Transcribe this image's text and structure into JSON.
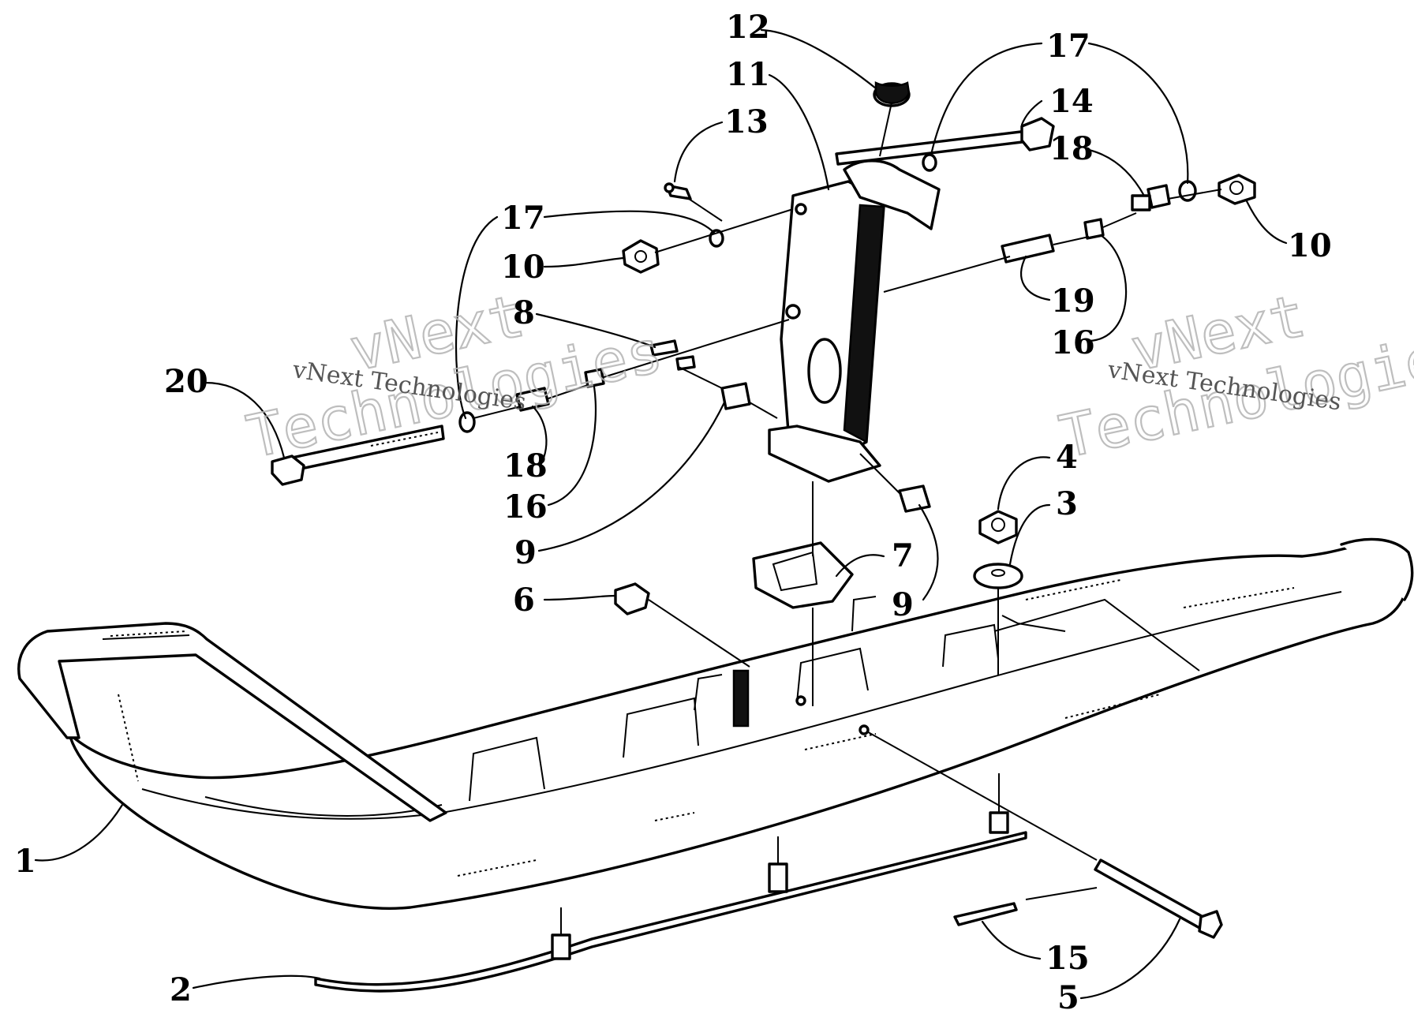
{
  "callouts": {
    "c1": "1",
    "c2": "2",
    "c3": "3",
    "c4": "4",
    "c5": "5",
    "c6": "6",
    "c7": "7",
    "c8": "8",
    "c9a": "9",
    "c9b": "9",
    "c10a": "10",
    "c10b": "10",
    "c11": "11",
    "c12": "12",
    "c13": "13",
    "c14": "14",
    "c15": "15",
    "c16a": "16",
    "c16b": "16",
    "c17a": "17",
    "c17b": "17",
    "c18a": "18",
    "c18b": "18",
    "c19": "19",
    "c20": "20"
  },
  "watermarks": {
    "left_line1": "vNext",
    "left_line2": "Technologies",
    "left_small": "vNext Technologies",
    "right_line1": "vNext",
    "right_line2": "Technologies",
    "right_small": "vNext Technologies"
  },
  "colors": {
    "ink": "#000000",
    "paper": "#ffffff",
    "watermark": "#b3b3b3"
  }
}
